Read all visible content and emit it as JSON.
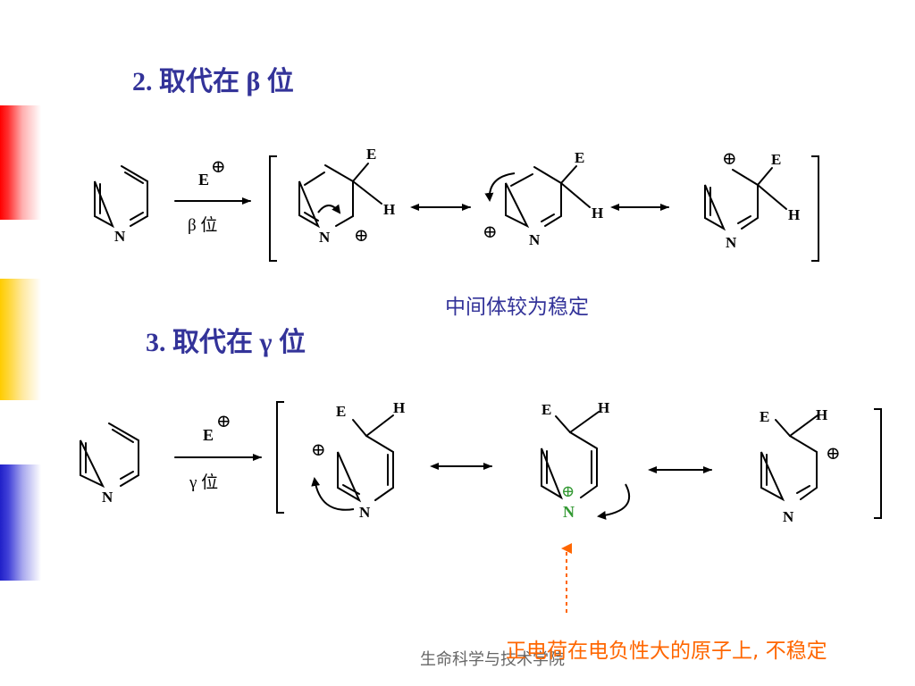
{
  "headings": {
    "beta": "2. 取代在 β 位",
    "gamma": "3. 取代在 γ 位"
  },
  "notes": {
    "beta_stable": "中间体较为稳定",
    "gamma_unstable": "正电荷在电负性大的原子上, 不稳定"
  },
  "footer": "生命科学与技术学院",
  "atoms": {
    "n": "N",
    "e": "E",
    "h": "H",
    "plus": "⊕"
  },
  "reagents": {
    "electrophile": "E",
    "beta_condition": "β 位",
    "gamma_condition": "γ 位"
  },
  "colors": {
    "heading": "#333399",
    "note_stable": "#333399",
    "note_unstable": "#ff6600",
    "highlight_n": "#339933",
    "dashed_arrow": "#ff6600",
    "bar_red": "#ff0000",
    "bar_yellow": "#ffcc00",
    "bar_blue": "#2020c8"
  }
}
